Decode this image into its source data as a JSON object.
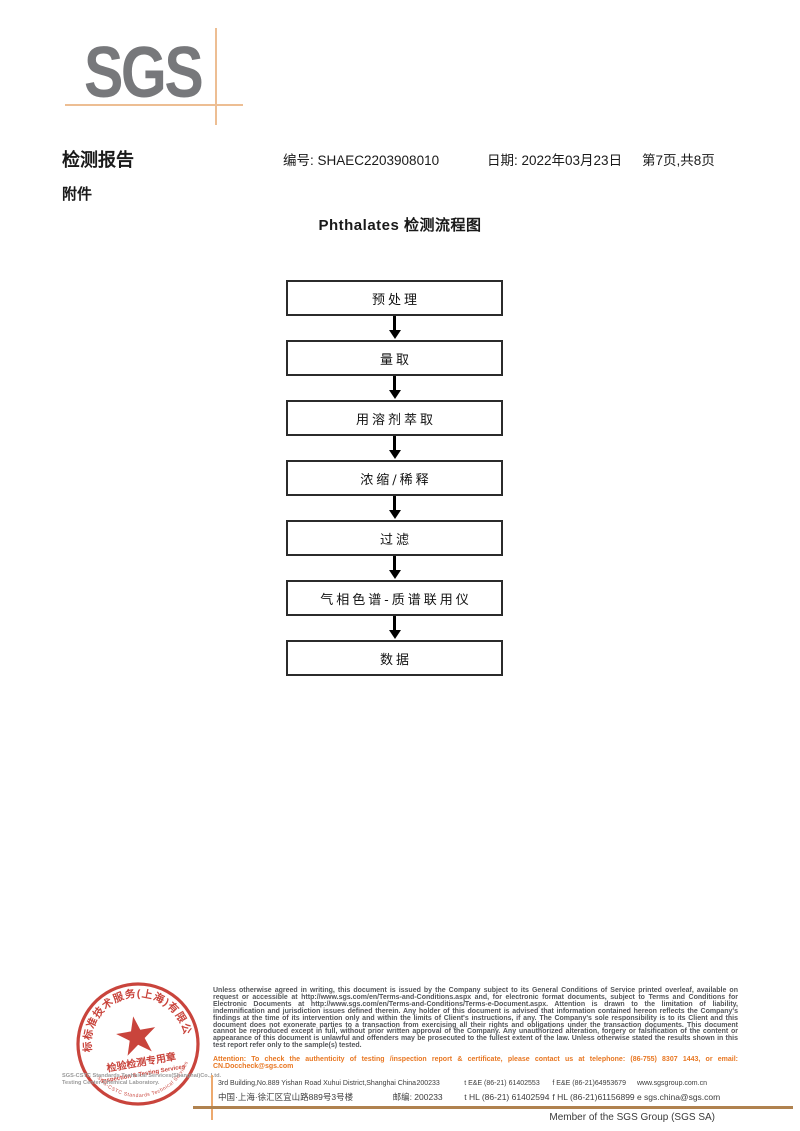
{
  "header": {
    "logo": "SGS",
    "report_title": "检测报告",
    "report_no": "编号: SHAEC2203908010",
    "date": "日期: 2022年03月23日",
    "page_info": "第7页,共8页",
    "attachment": "附件"
  },
  "flowchart": {
    "title": "Phthalates 检测流程图",
    "steps": [
      "预处理",
      "量取",
      "用溶剂萃取",
      "浓缩/稀释",
      "过滤",
      "气相色谱-质谱联用仪",
      "数据"
    ]
  },
  "stamp": {
    "ring_text_top": "通标标准技术服务(上海)有限公司",
    "ring_text_bottom": "SGS-CSTC Standards Technical Services",
    "line1": "检验检测专用章",
    "line2": "Inspection & Testing Services"
  },
  "company": {
    "name": "SGS-CSTC Standards Technical Services(Shanghai)Co.,Ltd.",
    "lab": "Testing Center-Chemical Laboratory."
  },
  "legal": {
    "disclaimer": "Unless otherwise agreed in writing, this document is issued by the Company subject to its General Conditions of Service printed overleaf, available on request or accessible at http://www.sgs.com/en/Terms-and-Conditions.aspx and, for electronic format documents, subject to Terms and Conditions for Electronic Documents at http://www.sgs.com/en/Terms-and-Conditions/Terms-e-Document.aspx. Attention is drawn to the limitation of liability, indemnification and jurisdiction issues defined therein. Any holder of this document is advised that information contained hereon reflects the Company's findings at the time of its intervention only and within the limits of Client's instructions, if any. The Company's sole responsibility is to its Client and this document does not exonerate parties to a transaction from exercising all their rights and obligations under the transaction documents. This document cannot be reproduced except in full, without prior written approval of the Company. Any unauthorized alteration, forgery or falsification of the content or appearance of this document is unlawful and offenders may be prosecuted to the fullest extent of the law. Unless otherwise stated the results shown in this test report refer only to the sample(s) tested.",
    "attention": "Attention: To check the authenticity of testing /inspection report & certificate, please contact us at telephone: (86-755) 8307 1443, or email: CN.Doccheck@sgs.com"
  },
  "contact": {
    "row1": {
      "address": "3rd Building,No.889 Yishan Road Xuhui District,Shanghai China",
      "postcode": "200233",
      "tel": "t E&E (86-21) 61402553",
      "fax": "f E&E (86-21)64953679",
      "web": "www.sgsgroup.com.cn"
    },
    "row2": {
      "address": "中国·上海·徐汇区宜山路889号3号楼",
      "postcode": "邮编: 200233",
      "tel": "t HL (86-21) 61402594",
      "fax": "f HL (86-21)61156899",
      "web": "e  sgs.china@sgs.com"
    }
  },
  "footer": {
    "member": "Member of the SGS Group (SGS SA)"
  },
  "colors": {
    "logo_gray": "#77787B",
    "crosshair_orange": "#EDBE93",
    "stamp_red": "#C5352C",
    "attention_orange": "#E87722",
    "rule_brown": "#B0824F"
  }
}
